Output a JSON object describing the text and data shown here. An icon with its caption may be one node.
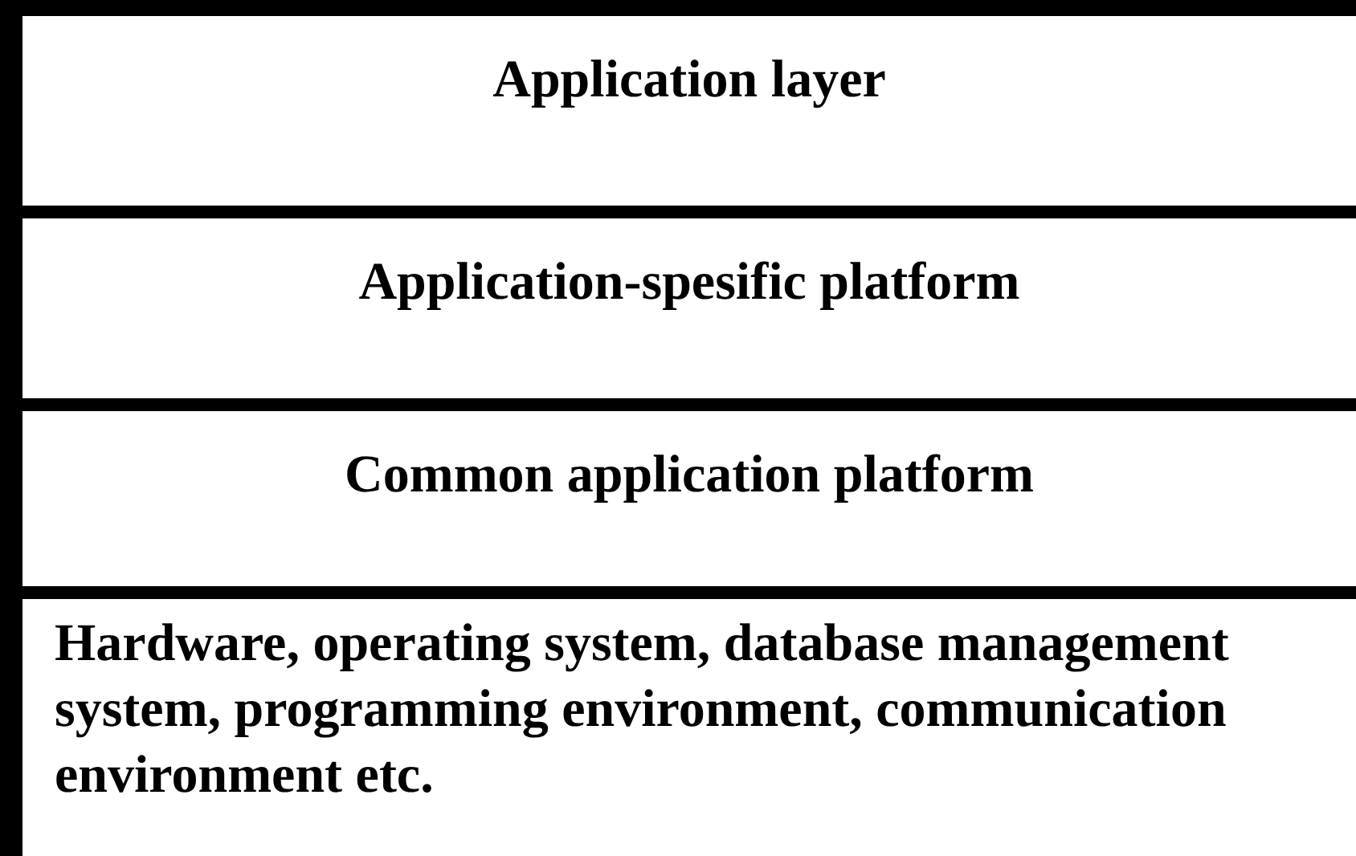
{
  "diagram": {
    "nodes": [
      {
        "text": [
          "Application layer"
        ]
      },
      {
        "text": [
          "Application-spesific platform"
        ]
      },
      {
        "text": [
          "Common application platform"
        ]
      },
      {
        "text": [
          "Hardware, operating system, database management system, programming environment, communication environment etc."
        ]
      }
    ]
  }
}
